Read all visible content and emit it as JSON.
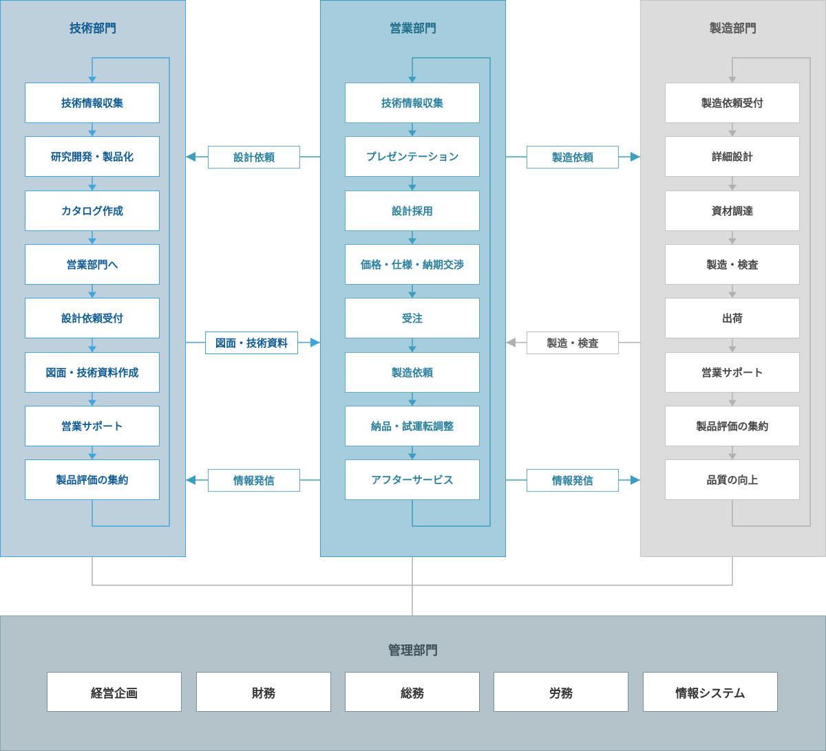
{
  "departments": {
    "tech": {
      "title": "技術部門",
      "steps": [
        "技術情報収集",
        "研究開発・製品化",
        "カタログ作成",
        "営業部門へ",
        "設計依頼受付",
        "図面・技術資料作成",
        "営業サポート",
        "製品評価の集約"
      ]
    },
    "sales": {
      "title": "営業部門",
      "steps": [
        "技術情報収集",
        "プレゼンテーション",
        "設計採用",
        "価格・仕様・納期交渉",
        "受注",
        "製造依頼",
        "納品・試運転調整",
        "アフターサービス"
      ]
    },
    "mfg": {
      "title": "製造部門",
      "steps": [
        "製造依頼受付",
        "詳細設計",
        "資材調達",
        "製造・検査",
        "出荷",
        "営業サポート",
        "製品評価の集約",
        "品質の向上"
      ]
    },
    "admin": {
      "title": "管理部門",
      "units": [
        "経営企画",
        "財務",
        "総務",
        "労務",
        "情報システム"
      ]
    }
  },
  "flows": {
    "sales_to_tech_design": "設計依頼",
    "tech_to_sales_drawings": "図面・技術資料",
    "sales_to_tech_info": "情報発信",
    "sales_to_mfg_order": "製造依頼",
    "mfg_to_sales_inspection": "製造・検査",
    "sales_to_mfg_info": "情報発信"
  },
  "colors": {
    "tech": "#3ea6dd",
    "sales": "#3c9dbe",
    "mfg": "#b0b0b0",
    "admin": "#8aa1ab"
  }
}
